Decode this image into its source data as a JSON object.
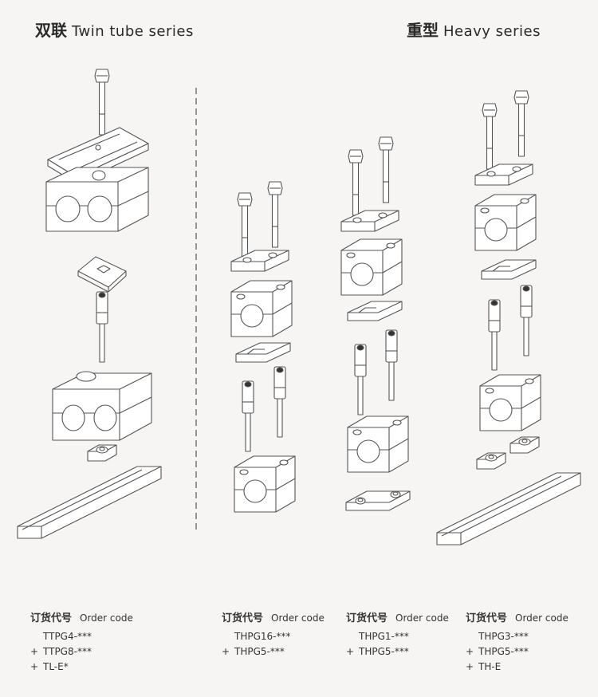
{
  "titles": {
    "twin": {
      "zh": "双联",
      "en": "Twin tube series"
    },
    "heavy": {
      "zh": "重型",
      "en": "Heavy series"
    }
  },
  "order_header": {
    "zh": "订货代号",
    "en": "Order code"
  },
  "order_groups": [
    {
      "codes": [
        {
          "prefix": "",
          "code": "TTPG4-***"
        },
        {
          "prefix": "+",
          "code": "TTPG8-***"
        },
        {
          "prefix": "+",
          "code": "TL-E*"
        }
      ]
    },
    {
      "codes": [
        {
          "prefix": "",
          "code": "THPG16-***"
        },
        {
          "prefix": "+",
          "code": "THPG5-***"
        }
      ]
    },
    {
      "codes": [
        {
          "prefix": "",
          "code": "THPG1-***"
        },
        {
          "prefix": "+",
          "code": "THPG5-***"
        }
      ]
    },
    {
      "codes": [
        {
          "prefix": "",
          "code": "THPG3-***"
        },
        {
          "prefix": "+",
          "code": "THPG5-***"
        },
        {
          "prefix": "+",
          "code": "TH-E"
        }
      ]
    }
  ],
  "colors": {
    "line": "#555555",
    "fill": "#ffffff",
    "background": "#f6f5f3"
  }
}
